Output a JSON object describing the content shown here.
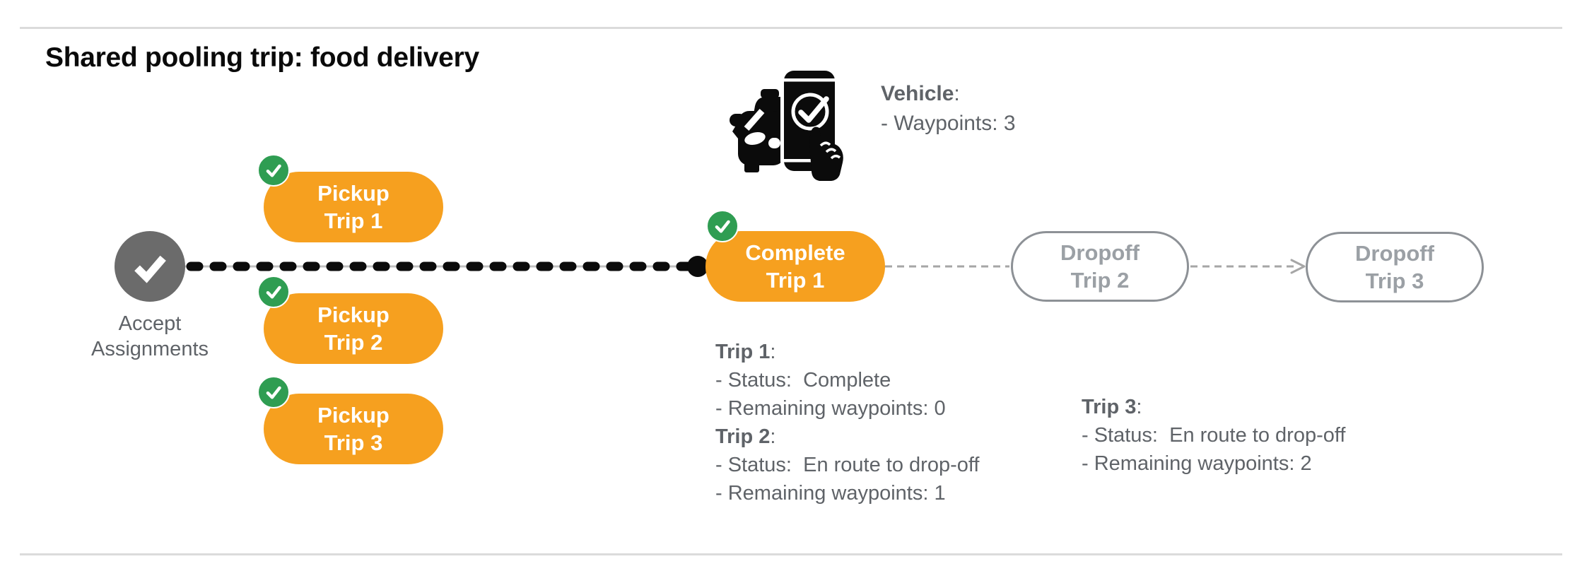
{
  "title": "Shared pooling trip: food delivery",
  "colors": {
    "orange": "#F6A01F",
    "green": "#2F9D52",
    "node_gray": "#6B6B6B",
    "text_gray": "#5F6368",
    "ghost_border_gray": "#8D9196",
    "ghost_text_gray": "#9BA0A5",
    "divider_gray": "#DBDBDB",
    "line_black": "#0B0B0B"
  },
  "vehicle": {
    "icon": "car-phone-check-icon",
    "label_bold": "Vehicle",
    "label_colon": ":",
    "waypoints_line": "- Waypoints: 3"
  },
  "flow": {
    "accept": {
      "icon": "check-circle-icon",
      "line1": "Accept",
      "line2": "Assignments"
    },
    "nodes": {
      "pickup1": {
        "line1": "Pickup",
        "line2": "Trip 1",
        "badge": "check-circle-icon"
      },
      "pickup2": {
        "line1": "Pickup",
        "line2": "Trip 2",
        "badge": "check-circle-icon"
      },
      "pickup3": {
        "line1": "Pickup",
        "line2": "Trip 3",
        "badge": "check-circle-icon"
      },
      "complete1": {
        "line1": "Complete",
        "line2": "Trip 1",
        "badge": "check-circle-icon"
      },
      "dropoff2": {
        "line1": "Dropoff",
        "line2": "Trip 2"
      },
      "dropoff3": {
        "line1": "Dropoff",
        "line2": "Trip 3"
      }
    },
    "position_marker": "current-position-dot"
  },
  "trip_status": {
    "block1": {
      "lines": [
        {
          "b": "Trip 1",
          "t": ":"
        },
        {
          "t": "- Status:  Complete"
        },
        {
          "t": "- Remaining waypoints: 0"
        },
        {
          "b": "Trip 2",
          "t": ":"
        },
        {
          "t": "- Status:  En route to drop-off"
        },
        {
          "t": "- Remaining waypoints: 1"
        }
      ]
    },
    "block2": {
      "lines": [
        {
          "b": "Trip 3",
          "t": ":"
        },
        {
          "t": "- Status:  En route to drop-off"
        },
        {
          "t": "- Remaining waypoints: 2"
        }
      ]
    }
  }
}
